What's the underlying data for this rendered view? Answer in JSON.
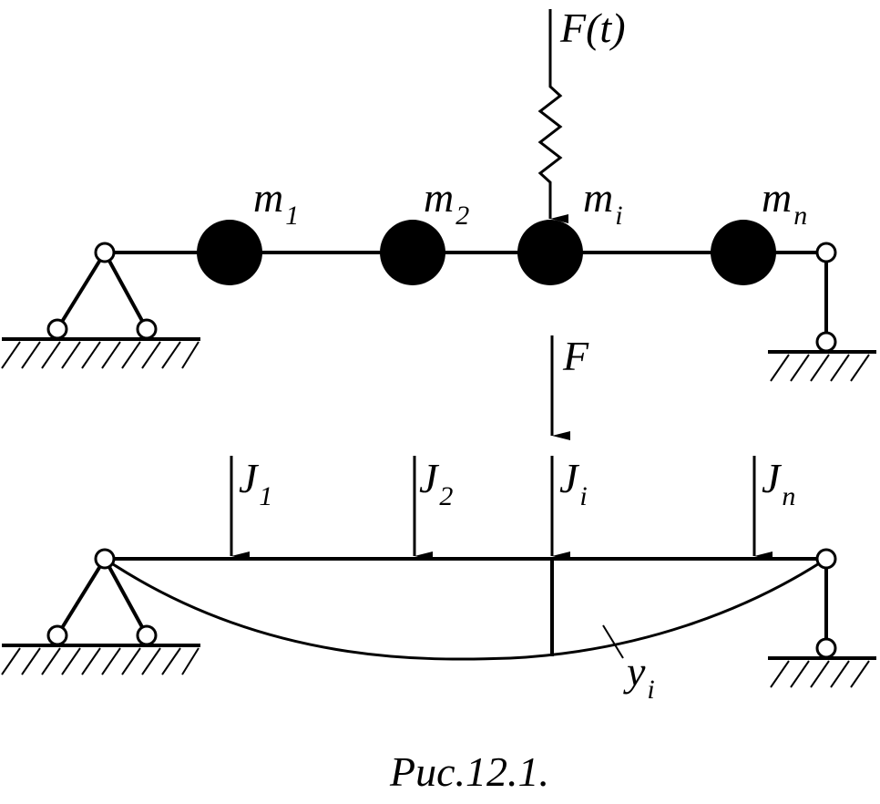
{
  "top": {
    "force": {
      "text": "F(t)"
    },
    "masses": [
      {
        "main": "m",
        "sub": "1"
      },
      {
        "main": "m",
        "sub": "2"
      },
      {
        "main": "m",
        "sub": "i"
      },
      {
        "main": "m",
        "sub": "n"
      }
    ]
  },
  "bottom": {
    "force": {
      "text": "F"
    },
    "inertia": [
      {
        "main": "J",
        "sub": "1"
      },
      {
        "main": "J",
        "sub": "2"
      },
      {
        "main": "J",
        "sub": "i"
      },
      {
        "main": "J",
        "sub": "n"
      }
    ],
    "deflection": {
      "main": "y",
      "sub": "i"
    }
  },
  "caption": "Рис.12.1."
}
